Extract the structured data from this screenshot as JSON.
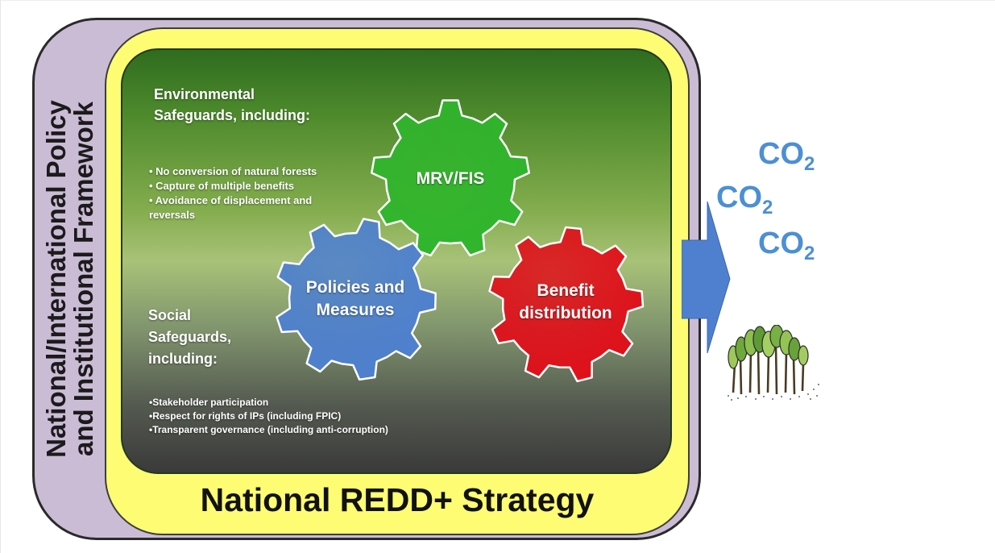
{
  "framework_label": [
    "National/International Policy",
    "and Institutional Framework"
  ],
  "strategy_title": "National REDD+ Strategy",
  "environmental": {
    "heading": [
      "Environmental",
      "Safeguards, including:"
    ],
    "items": [
      "• No conversion of natural forests",
      "• Capture of multiple benefits",
      "• Avoidance of displacement and reversals"
    ]
  },
  "social": {
    "heading": [
      "Social",
      "Safeguards,",
      "including:"
    ],
    "items": [
      "•Stakeholder participation",
      "•Respect for rights of IPs (including FPIC)",
      "•Transparent governance (including anti-corruption)"
    ]
  },
  "gears": [
    {
      "id": "mrv",
      "label": "MRV/FIS",
      "color": "#2fb52c"
    },
    {
      "id": "policies",
      "label": "Policies and Measures",
      "color": "#4e80cf"
    },
    {
      "id": "benefit",
      "label": "Benefit distribution",
      "color": "#e0101a"
    }
  ],
  "co2_labels": [
    {
      "main": "CO",
      "sub": "2"
    },
    {
      "main": "CO",
      "sub": "2"
    },
    {
      "main": "CO",
      "sub": "2"
    }
  ],
  "colors": {
    "outer_frame": "#cbbcd6",
    "strategy_box": "#fdfc73",
    "arrow": "#4e80cf",
    "co2_text": "#4c8fd4"
  },
  "icons": {
    "arrow": "right-arrow-icon",
    "forest": "forest-trees-icon"
  }
}
